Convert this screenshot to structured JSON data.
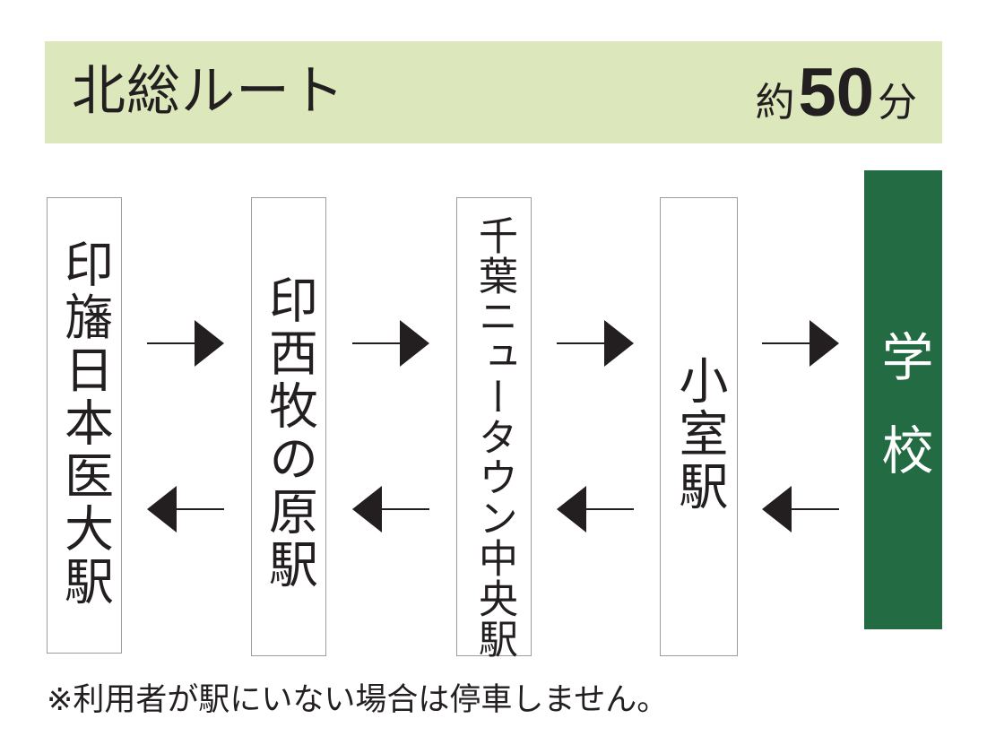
{
  "header": {
    "route_name": "北総ルート",
    "duration_prefix": "約",
    "duration_value": "50",
    "duration_unit": "分"
  },
  "stations": [
    "印旛日本医大駅",
    "印西牧の原駅",
    "千葉ニュータウン中央駅",
    "小室駅"
  ],
  "destination": "学校",
  "note": "※利用者が駅にいない場合は停車しません。",
  "colors": {
    "header_background": "#dce8bc",
    "school_background": "#236b42",
    "text": "#231f20"
  }
}
